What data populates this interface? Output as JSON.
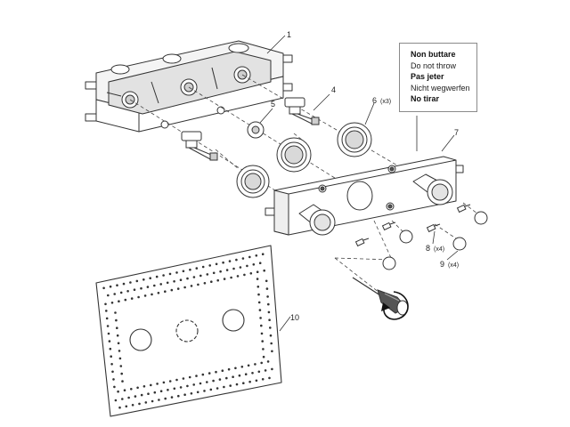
{
  "notice": {
    "lines": [
      {
        "text": "Non buttare",
        "bold": true
      },
      {
        "text": "Do not throw",
        "bold": false
      },
      {
        "text": "Pas jeter",
        "bold": true
      },
      {
        "text": "Nicht wegwerfen",
        "bold": false
      },
      {
        "text": "No tirar",
        "bold": true
      }
    ]
  },
  "callouts": {
    "c1": {
      "number": "1",
      "qty": ""
    },
    "c4": {
      "number": "4",
      "qty": ""
    },
    "c5": {
      "number": "5",
      "qty": ""
    },
    "c6": {
      "number": "6",
      "qty": "(x3)"
    },
    "c7": {
      "number": "7",
      "qty": ""
    },
    "c8": {
      "number": "8",
      "qty": "(x4)"
    },
    "c9": {
      "number": "9",
      "qty": "(x4)"
    },
    "c10": {
      "number": "10",
      "qty": ""
    }
  },
  "colors": {
    "line": "#333333",
    "fill": "#ffffff",
    "shade": "#d9d9d9",
    "box_border": "#8a8a8a"
  },
  "icons": [
    "screwdriver-icon",
    "rotation-arrow-icon"
  ]
}
